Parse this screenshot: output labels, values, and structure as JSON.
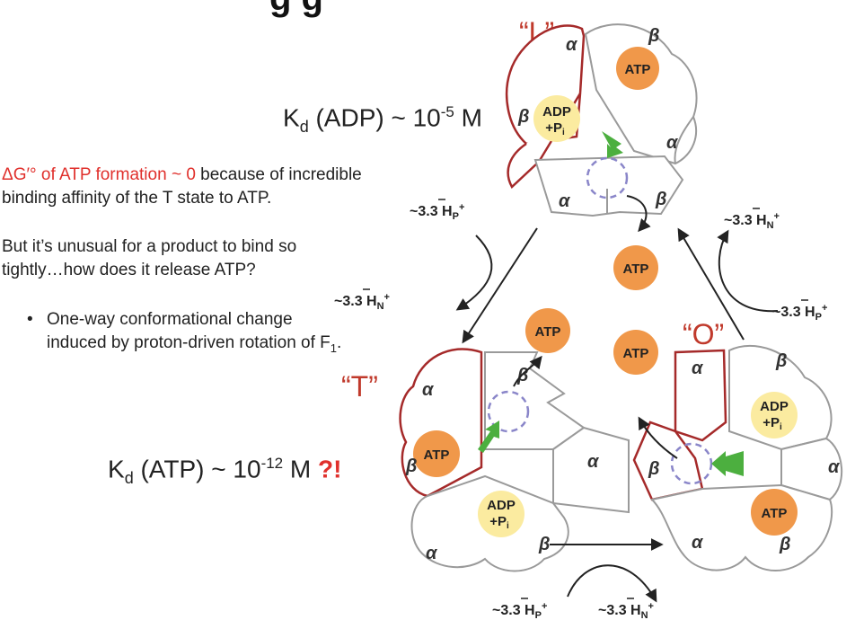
{
  "title_fragment": "g  g",
  "kd_adp": {
    "prefix": "K",
    "sub": "d",
    "rest": " (ADP) ~ 10",
    "exp": "-5",
    "unit": " M"
  },
  "kd_atp": {
    "prefix": "K",
    "sub": "d",
    "rest": " (ATP) ~ 10",
    "exp": "-12",
    "unit": " M ",
    "emph": "?!"
  },
  "text": {
    "line1_red": "ΔG′° of ATP formation ~ 0",
    "line1_rest": " because of incredible",
    "line2": "binding affinity of the T state to ATP.",
    "line3": "But it’s unusual for a product to bind so",
    "line4": "tightly…how does it release ATP?",
    "bullet_line1": "One-way conformational change",
    "bullet_line2_pre": "induced by proton-driven rotation of F",
    "bullet_line2_sub": "1",
    "bullet_line2_post": "."
  },
  "states": {
    "L": "“L”",
    "T": "“T”",
    "O": "“O”"
  },
  "labels": {
    "alpha": "α",
    "beta": "β",
    "atp": "ATP",
    "adp": "ADP",
    "pi": "+P",
    "pi_sub": "i"
  },
  "protons": {
    "hp": {
      "pre": "~3.",
      "bar_digit": "3",
      "h": " H",
      "sub": "P",
      "sup": "+"
    },
    "hn": {
      "pre": "~3.",
      "bar_digit": "3",
      "h": " H",
      "sub": "N",
      "sup": "+"
    }
  },
  "colors": {
    "red_outline": "#a52a2a",
    "gray_outline": "#9a9a9a",
    "atp_fill": "#f0984a",
    "adp_fill": "#fbeba0",
    "arrow_green": "#4caf3f",
    "dash_circle": "#8a86c9",
    "text_red": "#e0302c",
    "state_label": "#c0392b"
  }
}
